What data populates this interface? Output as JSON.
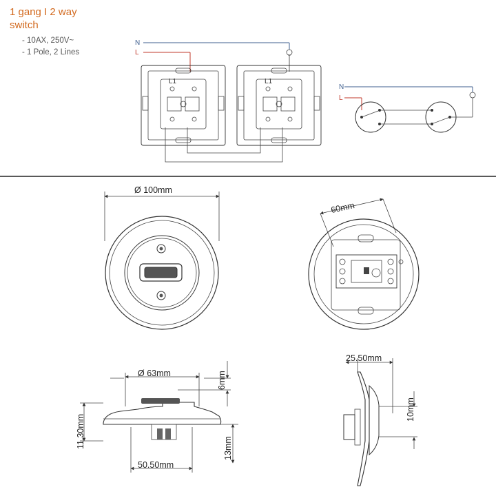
{
  "header": {
    "title_line1": "1 gang I 2 way",
    "title_line2": "switch",
    "specs": [
      "- 10AX, 250V~",
      "- 1 Pole, 2 Lines"
    ]
  },
  "wiring": {
    "neutral": "N",
    "live": "L"
  },
  "dimensions": {
    "front_diameter": "100mm",
    "mount_width": "60mm",
    "side_diameter": "63mm",
    "side_top": "6mm",
    "side_height": "11.30mm",
    "side_depth": "13mm",
    "side_base": "50.50mm",
    "profile_width": "25.50mm",
    "profile_depth": "10mm"
  },
  "colors": {
    "title": "#d2691e",
    "neutral": "#3f5f8f",
    "live": "#c0392b",
    "line": "#333333"
  }
}
